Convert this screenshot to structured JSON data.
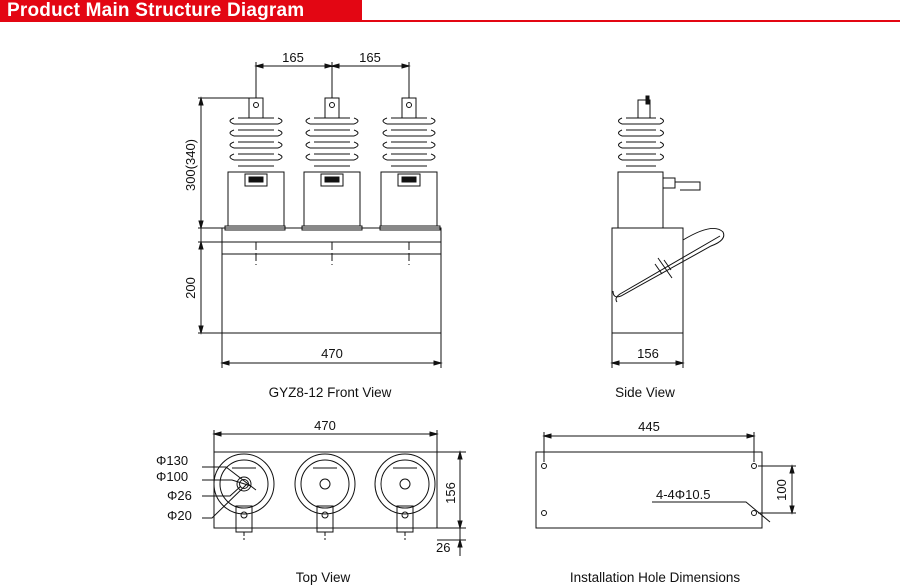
{
  "header": {
    "title": "Product Main Structure Diagram"
  },
  "colors": {
    "accent": "#e30613",
    "line": "#111111"
  },
  "front_view": {
    "caption": "GYZ8-12 Front View",
    "dim_spacing_left": "165",
    "dim_spacing_right": "165",
    "dim_height_upper": "300(340)",
    "dim_height_lower": "200",
    "dim_width": "470"
  },
  "side_view": {
    "caption": "Side View",
    "dim_depth": "156"
  },
  "top_view": {
    "caption": "Top View",
    "dim_width": "470",
    "dim_depth": "156",
    "dim_offset": "26",
    "diameters": [
      "Φ130",
      "Φ100",
      "Φ26",
      "Φ20"
    ]
  },
  "hole_view": {
    "caption": "Installation Hole Dimensions",
    "dim_width": "445",
    "dim_height": "100",
    "hole_label": "4-4Φ10.5"
  }
}
